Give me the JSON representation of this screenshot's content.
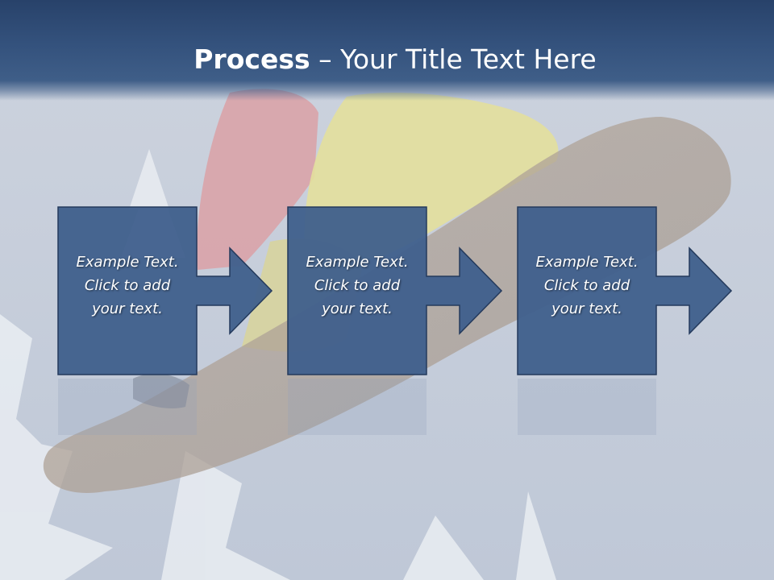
{
  "title": {
    "bold": "Process",
    "rest": " – Your Title Text Here"
  },
  "steps": [
    {
      "line1": "Example Text.",
      "line2": "Click  to add",
      "line3": "your text."
    },
    {
      "line1": "Example Text.",
      "line2": "Click  to add",
      "line3": "your text."
    },
    {
      "line1": "Example Text.",
      "line2": "Click  to add",
      "line3": "your text."
    }
  ],
  "colors": {
    "title_bar": "#34527d",
    "box_fill": "#3f5f8c",
    "box_stroke": "#243a5c",
    "text": "#ffffff"
  },
  "icons": [
    "right-arrow-icon"
  ]
}
